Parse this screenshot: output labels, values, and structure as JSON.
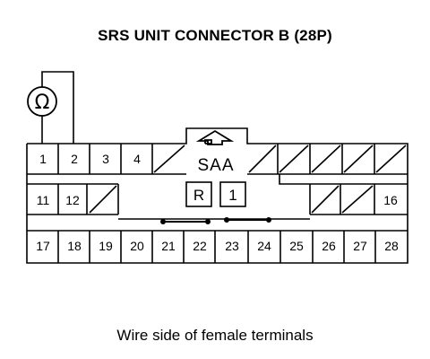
{
  "title": "SRS UNIT CONNECTOR B (28P)",
  "caption": "Wire side of female terminals",
  "meter_symbol": "Ω",
  "center_label": "SAA",
  "boxes": [
    "R",
    "1"
  ],
  "row1_pins": [
    "1",
    "2",
    "3",
    "4"
  ],
  "row2_pins": [
    "11",
    "12",
    "16"
  ],
  "row3_pins": [
    "17",
    "18",
    "19",
    "20",
    "21",
    "22",
    "23",
    "24",
    "25",
    "26",
    "27",
    "28"
  ],
  "icons": {
    "meter": "ohmmeter-icon",
    "lock": "arrow-up-icon"
  }
}
